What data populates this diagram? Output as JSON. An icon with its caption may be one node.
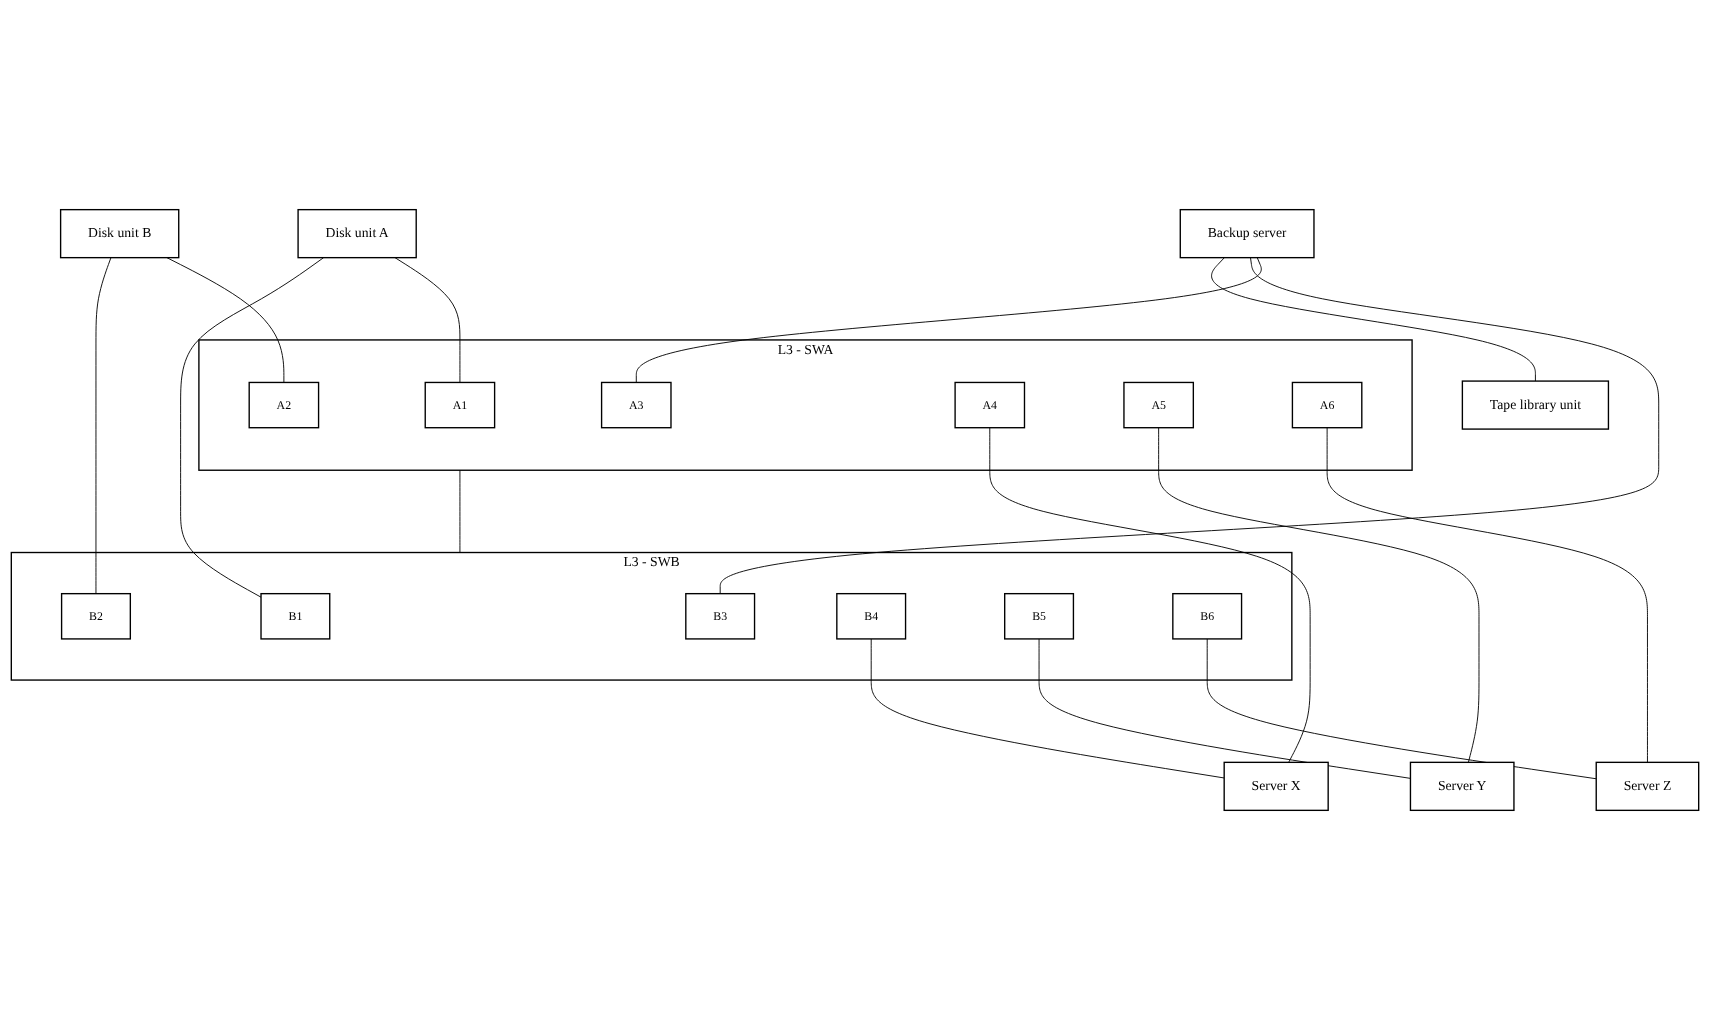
{
  "diagram": {
    "nodes": [
      {
        "text": [
          "Disk unit A"
        ]
      },
      {
        "text": [
          "Disk unit B"
        ]
      },
      {
        "text": [
          "Backup server"
        ]
      },
      {
        "text": [
          "Tape library unit"
        ]
      },
      {
        "text": [
          "L3 - SWA"
        ]
      },
      {
        "text": [
          "A1"
        ],
        "in": 4
      },
      {
        "text": [
          "A2"
        ],
        "in": 4
      },
      {
        "text": [
          "A3"
        ],
        "in": 4
      },
      {
        "text": [
          "A4"
        ],
        "in": 4
      },
      {
        "text": [
          "A5"
        ],
        "in": 4
      },
      {
        "text": [
          "A6"
        ],
        "in": 4
      },
      {
        "text": [
          "L3 - SWB"
        ]
      },
      {
        "text": [
          "B1"
        ],
        "in": 11
      },
      {
        "text": [
          "B2"
        ],
        "in": 11
      },
      {
        "text": [
          "B3"
        ],
        "in": 11
      },
      {
        "text": [
          "B4"
        ],
        "in": 11
      },
      {
        "text": [
          "B5"
        ],
        "in": 11
      },
      {
        "text": [
          "B6"
        ],
        "in": 11
      },
      {
        "text": [
          "Server X"
        ]
      },
      {
        "text": [
          "Server Y"
        ]
      },
      {
        "text": [
          "Server Z"
        ]
      }
    ],
    "edges": [
      {
        "from": 0,
        "to": 5,
        "arrow": "none"
      },
      {
        "from": 0,
        "to": 12,
        "arrow": "none"
      },
      {
        "from": 1,
        "to": 6,
        "arrow": "none"
      },
      {
        "from": 1,
        "to": 13,
        "arrow": "none"
      },
      {
        "from": 2,
        "to": 7,
        "arrow": "none"
      },
      {
        "from": 2,
        "to": 14,
        "arrow": "none"
      },
      {
        "from": 2,
        "to": 3,
        "arrow": "none"
      },
      {
        "from": 4,
        "to": 11,
        "arrow": "none"
      },
      {
        "from": 8,
        "to": 18,
        "arrow": "none"
      },
      {
        "from": 9,
        "to": 19,
        "arrow": "none"
      },
      {
        "from": 10,
        "to": 20,
        "arrow": "none"
      },
      {
        "from": 15,
        "to": 18,
        "arrow": "none"
      },
      {
        "from": 16,
        "to": 19,
        "arrow": "none"
      },
      {
        "from": 17,
        "to": 20,
        "arrow": "none"
      }
    ]
  }
}
